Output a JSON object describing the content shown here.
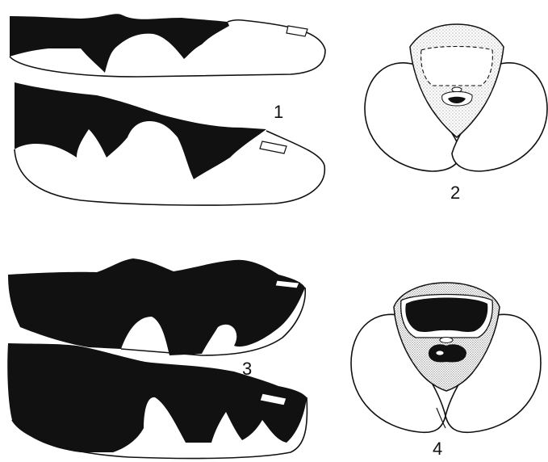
{
  "plate": {
    "figure_labels": [
      "1",
      "2",
      "3",
      "4"
    ]
  },
  "colors": {
    "ink": "#111111",
    "stipple": "#bdbdbd",
    "paper": "#ffffff"
  }
}
